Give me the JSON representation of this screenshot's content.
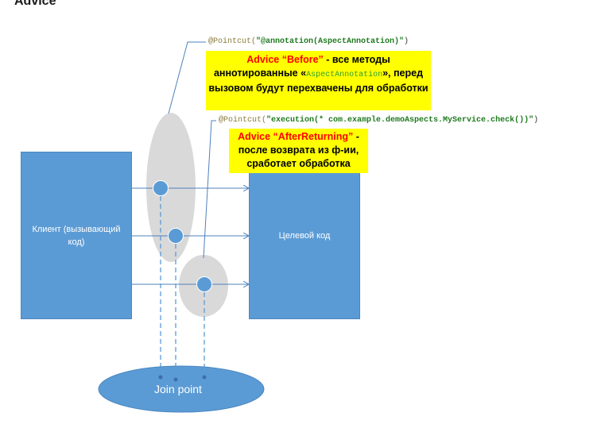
{
  "title": "Advice",
  "client_box": {
    "label": "Клиент (вызывающий код)"
  },
  "target_box": {
    "label": "Целевой код"
  },
  "join_point": {
    "label": "Join point"
  },
  "pointcut_before": {
    "annotation": "@Pointcut(",
    "expression": "\"@annotation(AspectAnnotation)\"",
    "close": ")"
  },
  "pointcut_after": {
    "annotation": "@Pointcut(",
    "expression": "\"execution(* com.example.demoAspects.MyService.check())\"",
    "close": ")"
  },
  "advice_before": {
    "name": "Advice “Before”",
    "text1": " - все методы аннотированные «",
    "code": "AspectAnnotation",
    "text2": "», перед вызовом будут перехвачены для обработки"
  },
  "advice_after": {
    "name": "Advice “AfterReturning”",
    "text1": " - после возврата из ф-ии, сработает обработка"
  },
  "colors": {
    "box": "#5b9bd5",
    "ellipse": "#d9d9d9",
    "highlight": "#ffff00",
    "advice_name": "#ff0000"
  }
}
